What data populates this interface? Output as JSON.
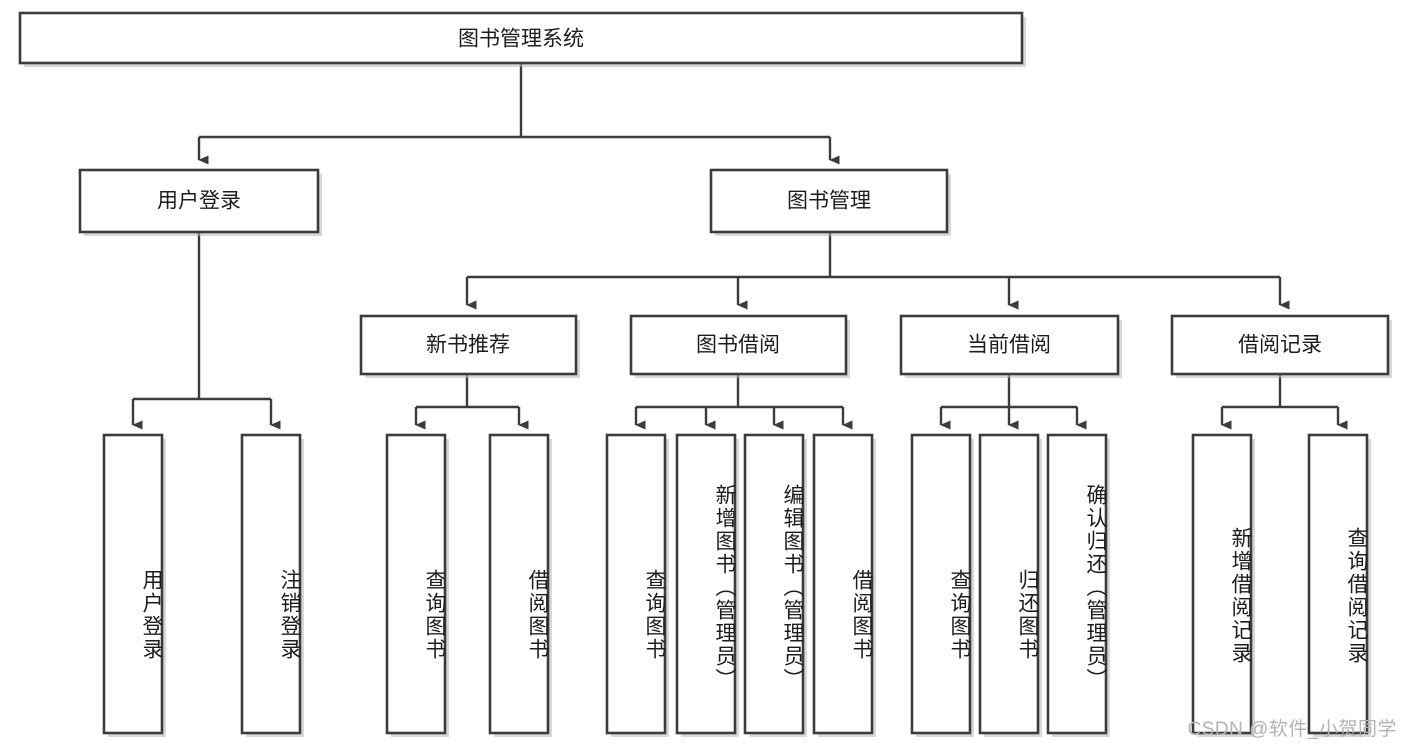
{
  "diagram": {
    "title": "图书管理系统",
    "type": "tree-hierarchy-diagram",
    "colors": {
      "box_stroke": "#3c3c3c",
      "box_fill": "#ffffff",
      "connector": "#3c3c3c",
      "text": "#1d1d1d",
      "watermark": "#b3b3b3",
      "background": "#ffffff"
    },
    "root": {
      "label": "图书管理系统"
    },
    "level2": [
      {
        "label": "用户登录"
      },
      {
        "label": "图书管理"
      }
    ],
    "level3": [
      {
        "label": "新书推荐"
      },
      {
        "label": "图书借阅"
      },
      {
        "label": "当前借阅"
      },
      {
        "label": "借阅记录"
      }
    ],
    "leaves": {
      "user_login": [
        {
          "label": "用户登录"
        },
        {
          "label": "注销登录"
        }
      ],
      "new_book_recommend": [
        {
          "label": "查询图书"
        },
        {
          "label": "借阅图书"
        }
      ],
      "book_borrow": [
        {
          "label": "查询图书"
        },
        {
          "label": "新增图书（管理员）"
        },
        {
          "label": "编辑图书（管理员）"
        },
        {
          "label": "借阅图书"
        }
      ],
      "current_borrow": [
        {
          "label": "查询图书"
        },
        {
          "label": "归还图书"
        },
        {
          "label": "确认归还（管理员）"
        }
      ],
      "borrow_record": [
        {
          "label": "新增借阅记录"
        },
        {
          "label": "查询借阅记录"
        }
      ]
    }
  },
  "watermark": {
    "text": "CSDN @软件_小贺同学"
  }
}
